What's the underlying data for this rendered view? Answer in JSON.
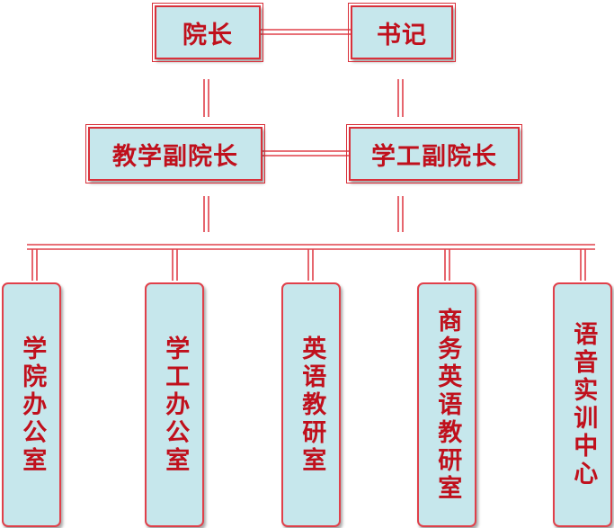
{
  "leaders": {
    "dean": "院长",
    "secretary": "书记",
    "vice_dean_teaching": "教学副院长",
    "vice_dean_student": "学工副院长"
  },
  "departments": [
    "学院办公室",
    "学工办公室",
    "英语教研室",
    "商务英语教研室",
    "语音实训中心"
  ],
  "colors": {
    "box_fill": "#c6e7ec",
    "border": "#d9303a",
    "text": "#c0101c",
    "connector": "#e0404a"
  }
}
